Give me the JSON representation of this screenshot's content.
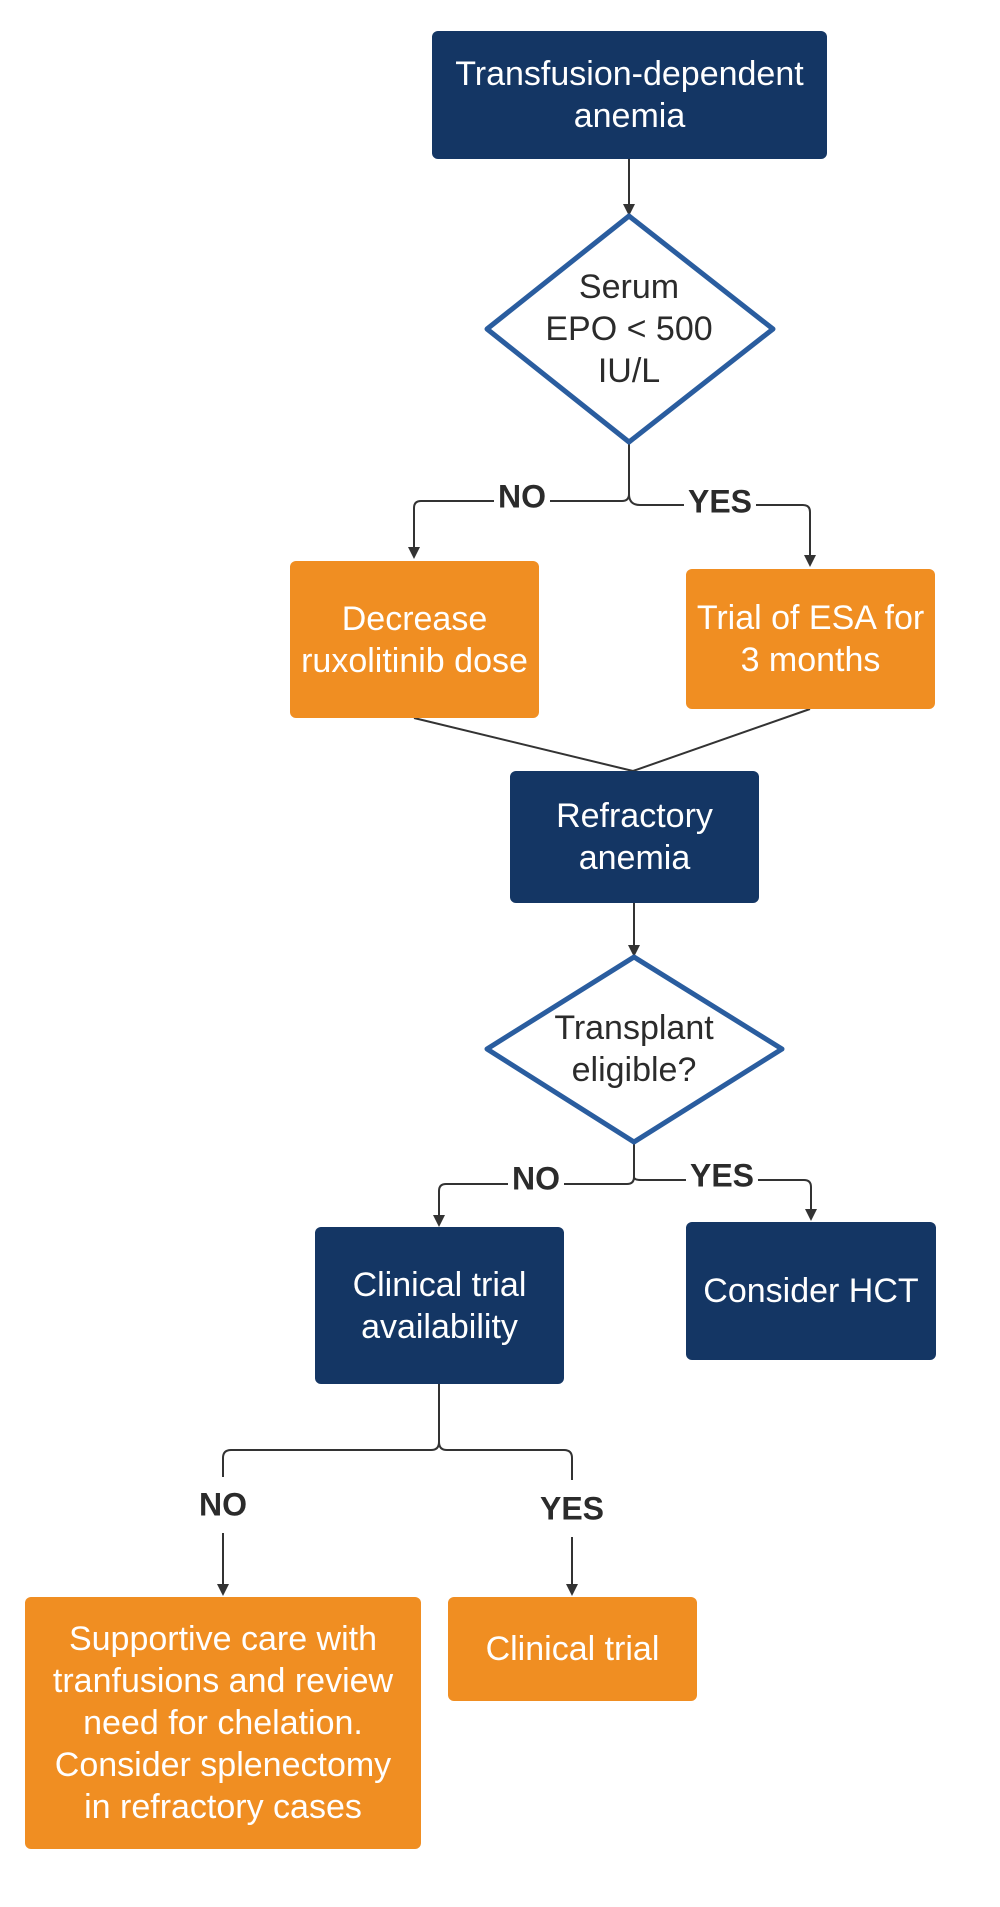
{
  "colors": {
    "navy": "#143664",
    "orange": "#f08e22",
    "diamond_stroke": "#2a5d9f",
    "connector": "#333333"
  },
  "nodes": {
    "transfusion_dependent": "Transfusion-dependent\nanemia",
    "serum_epo": "Serum\nEPO < 500\nIU/L",
    "decrease_ruxolitinib": "Decrease\nruxolitinib dose",
    "trial_esa": "Trial of ESA for\n3 months",
    "refractory_anemia": "Refractory\nanemia",
    "transplant_eligible": "Transplant\neligible?",
    "clinical_trial_availability": "Clinical trial\navailability",
    "consider_hct": "Consider HCT",
    "supportive_care": "Supportive care with\ntranfusions and review\nneed for chelation.\nConsider splenectomy\nin refractory cases",
    "clinical_trial": "Clinical trial"
  },
  "edge_labels": {
    "epo_no": "NO",
    "epo_yes": "YES",
    "transplant_no": "NO",
    "transplant_yes": "YES",
    "trial_no": "NO",
    "trial_yes": "YES"
  }
}
